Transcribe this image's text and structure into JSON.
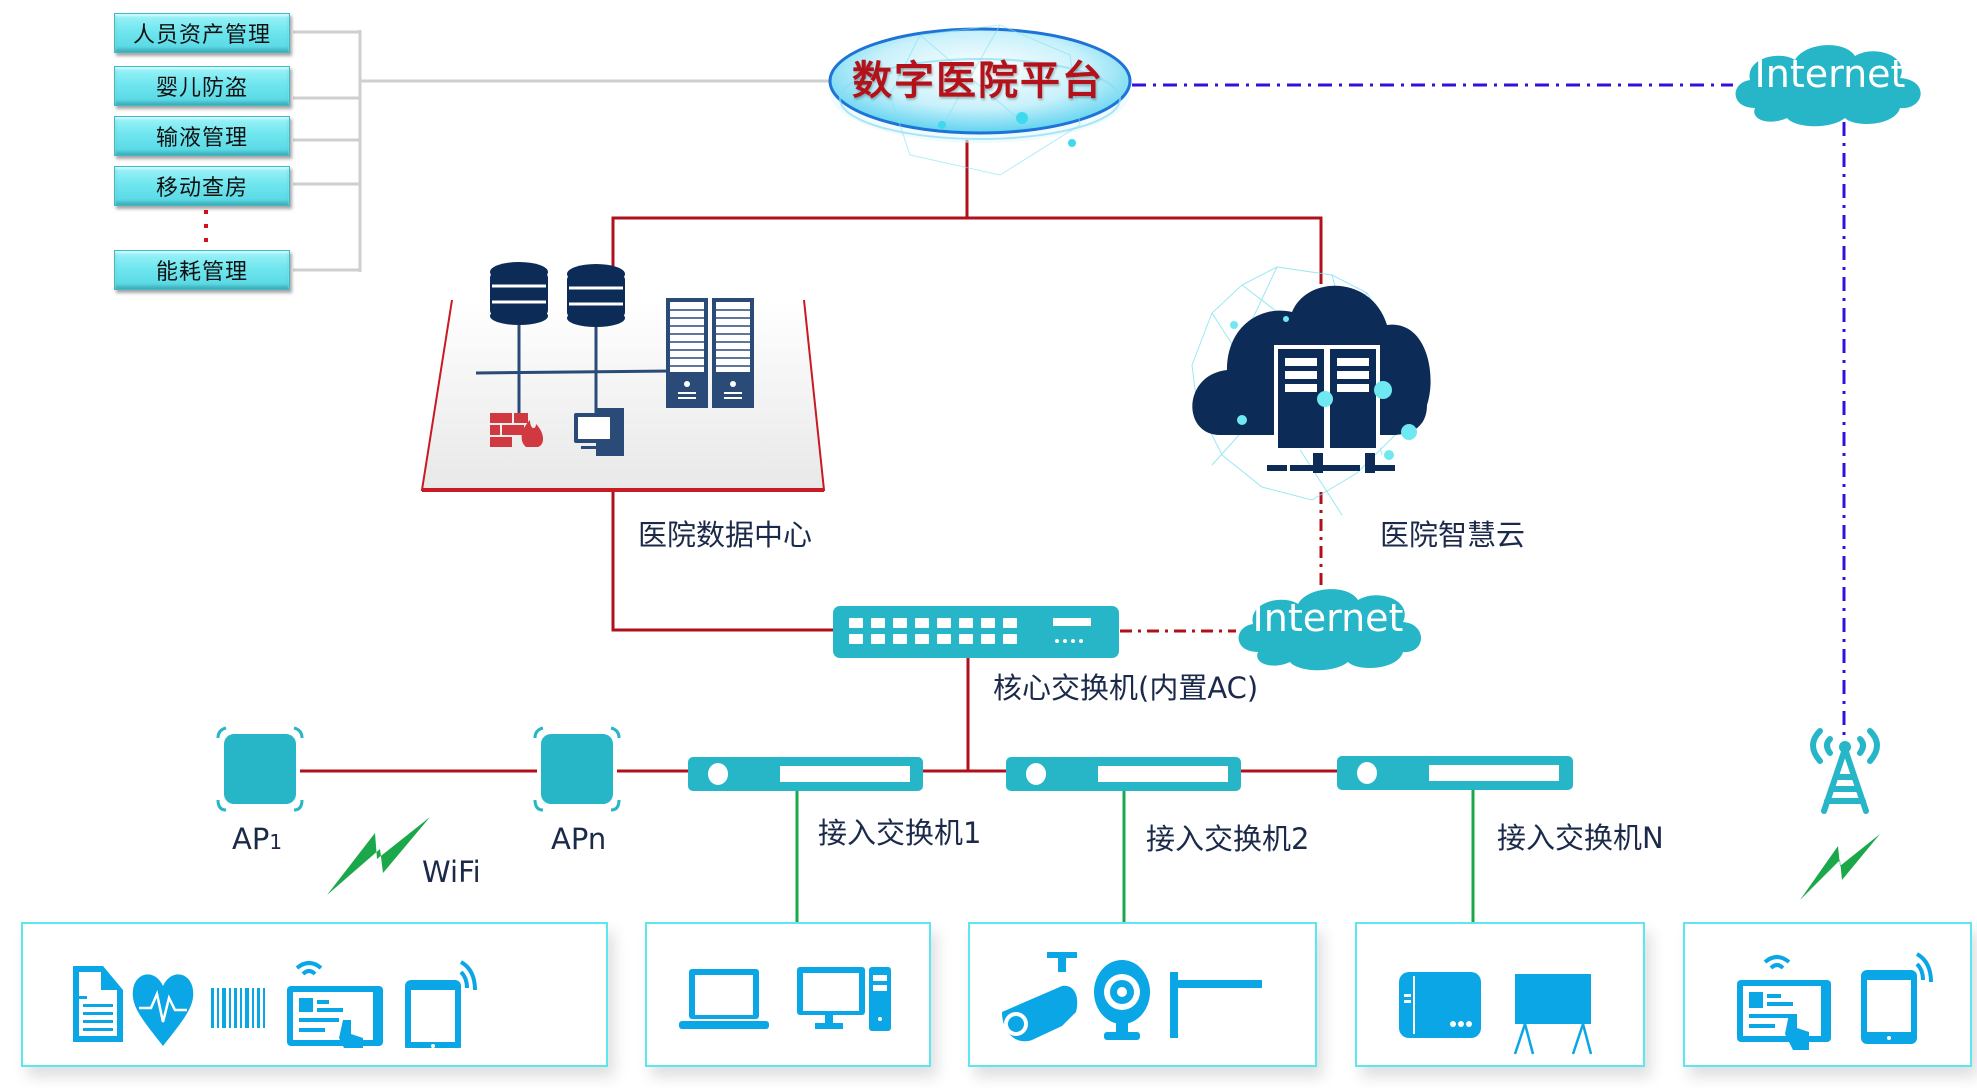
{
  "title": "数字医院平台",
  "colors": {
    "red_link": "#b0101a",
    "blue_dash": "#3311dd",
    "teal": "#27b6c8",
    "navy": "#0d2b57",
    "icon_blue": "#0aa6e6",
    "green": "#1aa84a",
    "module_fill": "#6fe6ef"
  },
  "modules": [
    {
      "label": "人员资产管理"
    },
    {
      "label": "婴儿防盗"
    },
    {
      "label": "输液管理"
    },
    {
      "label": "移动查房"
    },
    {
      "label": "能耗管理"
    }
  ],
  "ellipsis": "⋮",
  "internet_top": "Internet",
  "internet_mid": "Internet",
  "data_center": {
    "label": "医院数据中心"
  },
  "smart_cloud": {
    "label": "医院智慧云"
  },
  "core_switch": {
    "label": "核心交换机(内置AC)"
  },
  "access_points": [
    {
      "label": "AP",
      "sub": "1"
    },
    {
      "label": "APn",
      "sub": ""
    }
  ],
  "wifi_label": "WiFi",
  "access_switches": [
    {
      "label": "接入交换机1"
    },
    {
      "label": "接入交换机2"
    },
    {
      "label": "接入交换机N"
    }
  ],
  "device_groups": [
    {
      "name": "wifi-devices",
      "icons": [
        "document-icon",
        "heart-rate-icon",
        "barcode-icon",
        "tablet-touch-icon",
        "mobile-phone-icon"
      ]
    },
    {
      "name": "switch1-devices",
      "icons": [
        "laptop-icon",
        "desktop-computer-icon"
      ]
    },
    {
      "name": "switch2-devices",
      "icons": [
        "cctv-camera-icon",
        "webcam-icon",
        "barrier-gate-icon"
      ]
    },
    {
      "name": "switchN-devices",
      "icons": [
        "access-terminal-icon",
        "display-board-icon"
      ]
    },
    {
      "name": "cellular-devices",
      "icons": [
        "tablet-touch-icon",
        "mobile-phone-icon"
      ]
    }
  ]
}
